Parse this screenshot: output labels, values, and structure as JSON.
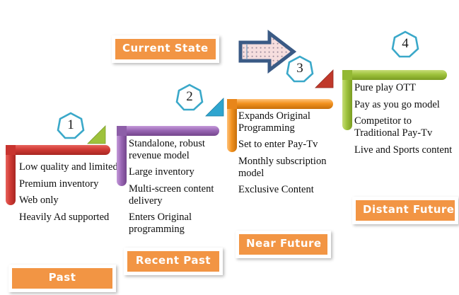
{
  "diagram": {
    "title_label": "Current State",
    "arrow": {
      "name": "progress-arrow",
      "outline_color": "#3a5a85",
      "fill_color": "#f6dede"
    },
    "stages": [
      {
        "id": "past",
        "number": "1",
        "label": "Past",
        "accent_color": "#d03a35",
        "marker_color": "#9ec23c",
        "items": [
          "Low quality and limited",
          "Premium inventory",
          "Web only",
          "Heavily Ad supported"
        ]
      },
      {
        "id": "recent-past",
        "number": "2",
        "label": "Recent Past",
        "accent_color": "#9a67b5",
        "marker_color": "#2fa5cf",
        "items": [
          "Standalone, robust revenue model",
          "Large inventory",
          "Multi-screen content delivery",
          "Enters Original programming"
        ]
      },
      {
        "id": "near-future",
        "number": "3",
        "label": "Near Future",
        "accent_color": "#f2921f",
        "marker_color": "#c0392b",
        "items": [
          "Expands Original Programming",
          "Set to enter Pay-Tv",
          "Monthly subscription model",
          "Exclusive Content"
        ]
      },
      {
        "id": "distant-future",
        "number": "4",
        "label": "Distant Future",
        "accent_color": "#9ec23c",
        "marker_color": "",
        "items": [
          "Pure play OTT",
          "Pay as you go model",
          "Competitor to Traditional Pay-Tv",
          "Live and Sports content"
        ]
      }
    ],
    "palette": {
      "chip_bg": "#f29544",
      "chip_text": "#ffffff",
      "heptagon_stroke": "#3aa8c9",
      "body_text": "#0d0d0d",
      "background": "#ffffff"
    }
  }
}
